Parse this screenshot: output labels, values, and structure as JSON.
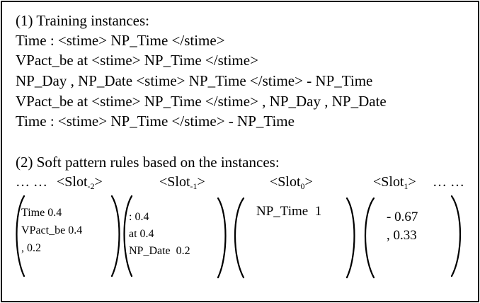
{
  "training": {
    "heading": "(1) Training instances:",
    "lines": [
      "Time : <stime> NP_Time </stime>",
      "VPact_be at <stime> NP_Time </stime>",
      "NP_Day , NP_Date <stime> NP_Time </stime> - NP_Time",
      "VPact_be at <stime> NP_Time </stime> , NP_Day , NP_Date",
      "Time : <stime> NP_Time </stime> - NP_Time"
    ]
  },
  "rules": {
    "heading": "(2) Soft pattern rules based on the instances:",
    "lead_dots": "… …",
    "trail_dots": "… …",
    "slots": [
      {
        "label": "<Slot",
        "sub": "-2",
        "close": ">",
        "entries": [
          "Time 0.4",
          "VPact_be 0.4",
          ", 0.2"
        ]
      },
      {
        "label": "<Slot",
        "sub": "-1",
        "close": ">",
        "entries": [
          ": 0.4",
          "at 0.4",
          "NP_Date  0.2"
        ]
      },
      {
        "label": "<Slot",
        "sub": "0",
        "close": ">",
        "entries": [
          "NP_Time  1"
        ]
      },
      {
        "label": "<Slot",
        "sub": "1",
        "close": ">",
        "entries": [
          "- 0.67",
          ", 0.33"
        ]
      }
    ]
  }
}
